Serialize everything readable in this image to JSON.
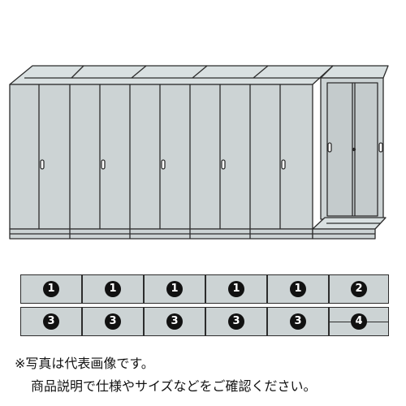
{
  "legend": {
    "top_row": [
      "1",
      "1",
      "1",
      "1",
      "1",
      "2"
    ],
    "bottom_row": [
      "3",
      "3",
      "3",
      "3",
      "3",
      "4"
    ]
  },
  "notes": {
    "line1": "※写真は代表画像です。",
    "line2": "商品説明で仕様やサイズなどをご確認ください。"
  }
}
